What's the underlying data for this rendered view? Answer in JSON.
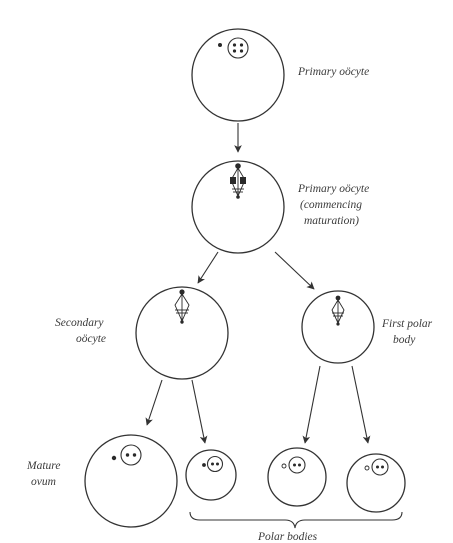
{
  "labels": {
    "primary_oocyte": "Primary oöcyte",
    "primary_oocyte_commencing_line1": "Primary oöcyte",
    "primary_oocyte_commencing_line2": "(commencing",
    "primary_oocyte_commencing_line3": "maturation)",
    "secondary_oocyte_line1": "Secondary",
    "secondary_oocyte_line2": "oöcyte",
    "first_polar_body_line1": "First polar",
    "first_polar_body_line2": "body",
    "mature_ovum_line1": "Mature",
    "mature_ovum_line2": "ovum",
    "polar_bodies": "Polar bodies"
  },
  "colors": {
    "ink": "#333333",
    "background": "#ffffff"
  }
}
